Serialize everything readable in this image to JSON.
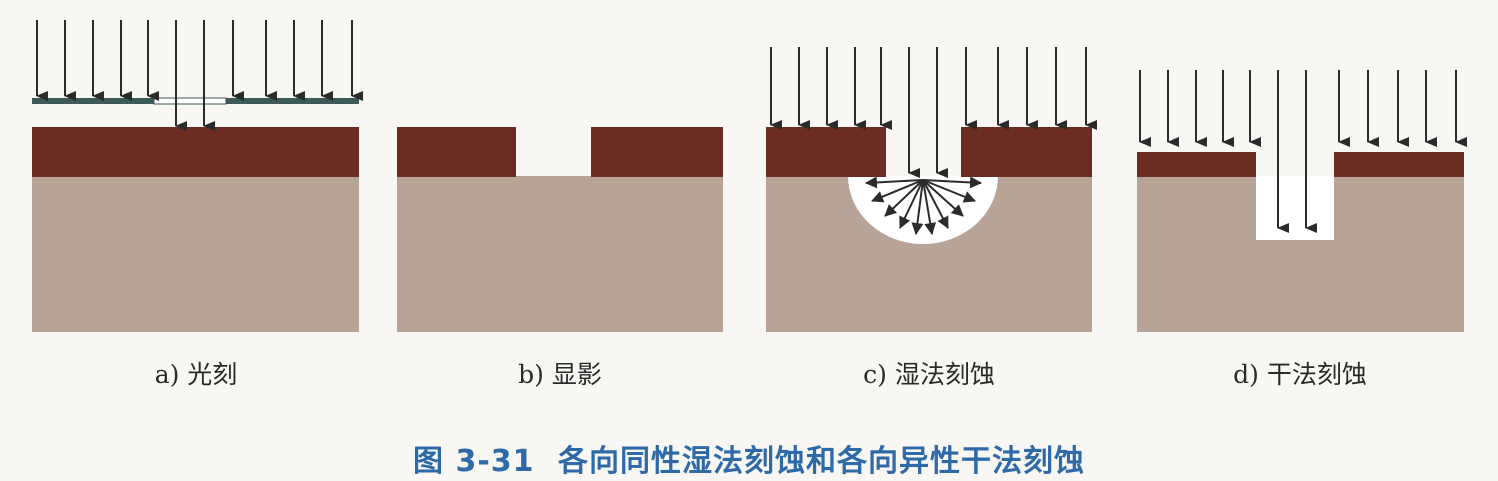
{
  "panels": [
    {
      "id": "a",
      "label": "a) 光刻"
    },
    {
      "id": "b",
      "label": "b) 显影"
    },
    {
      "id": "c",
      "label": "c) 湿法刻蚀"
    },
    {
      "id": "d",
      "label": "d) 干法刻蚀"
    }
  ],
  "caption": {
    "number": "图 3-31",
    "text": "各向同性湿法刻蚀和各向异性干法刻蚀"
  },
  "colors": {
    "resist": "#6b2c22",
    "substrate": "#b8a496",
    "mask": "#3c5a58",
    "arrow": "#2b2b2b",
    "caption": "#2f6aa8"
  }
}
